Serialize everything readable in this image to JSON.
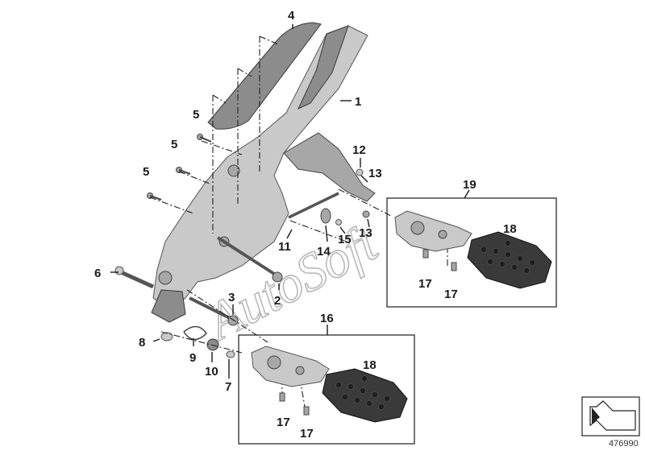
{
  "callouts": {
    "c1": "1",
    "c2": "2",
    "c3": "3",
    "c4": "4",
    "c5a": "5",
    "c5b": "5",
    "c5c": "5",
    "c6": "6",
    "c7": "7",
    "c8": "8",
    "c9": "9",
    "c10": "10",
    "c11": "11",
    "c12": "12",
    "c13a": "13",
    "c13b": "13",
    "c14": "14",
    "c15": "15",
    "c16": "16",
    "c17a": "17",
    "c17b": "17",
    "c17c": "17",
    "c17d": "17",
    "c18a": "18",
    "c18b": "18",
    "c19": "19"
  },
  "watermark": "AutoSoft",
  "document_number": "476990",
  "icons": {
    "nav_arrow": "corner-arrow-icon"
  },
  "colors": {
    "part_fill": "#8c8c8c",
    "rubber": "#3a3a3a",
    "line": "#1a1a1a"
  }
}
